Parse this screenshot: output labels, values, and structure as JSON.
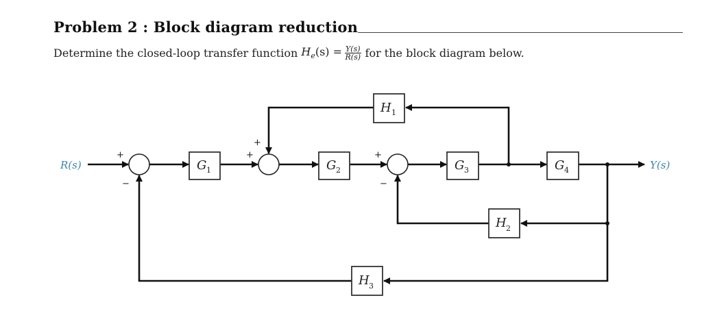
{
  "problem": {
    "title": "Problem 2 : Block diagram reduction",
    "description_prefix": "Determine the closed-loop transfer function ",
    "tf_symbol": "H",
    "tf_subscript": "e",
    "tf_arg": "(s) =",
    "frac_num": "Y(s)",
    "frac_den": "R(s)",
    "description_suffix": "for the block diagram below."
  },
  "diagram": {
    "input_label": "R(s)",
    "output_label": "Y(s)",
    "signal_color": "#3a86a8",
    "blocks": [
      {
        "id": "G1",
        "letter": "G",
        "sub": "1"
      },
      {
        "id": "G2",
        "letter": "G",
        "sub": "2"
      },
      {
        "id": "G3",
        "letter": "G",
        "sub": "3"
      },
      {
        "id": "G4",
        "letter": "G",
        "sub": "4"
      },
      {
        "id": "H1",
        "letter": "H",
        "sub": "1"
      },
      {
        "id": "H2",
        "letter": "H",
        "sub": "2"
      },
      {
        "id": "H3",
        "letter": "H",
        "sub": "3"
      }
    ],
    "summing_junctions": [
      {
        "id": "S1",
        "signs": [
          "+",
          "−"
        ]
      },
      {
        "id": "S2",
        "signs": [
          "+",
          "+"
        ]
      },
      {
        "id": "S3",
        "signs": [
          "+",
          "−"
        ]
      }
    ]
  }
}
